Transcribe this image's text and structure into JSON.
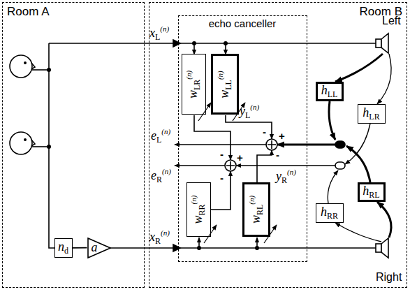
{
  "diagram": {
    "nodes": [
      {
        "text": [
          "Room A"
        ]
      },
      {
        "text": [
          "nd"
        ],
        "in": 0
      },
      {
        "text": [
          "a"
        ],
        "in": 0
      },
      {
        "text": [
          "Room B"
        ]
      },
      {
        "text": [
          "echo canceller"
        ],
        "in": 3
      },
      {
        "text": [
          "wLR(n)"
        ],
        "in": 4
      },
      {
        "text": [
          "wLL(n)"
        ],
        "in": 4
      },
      {
        "text": [
          "wRR(n)"
        ],
        "in": 4
      },
      {
        "text": [
          "wRL(n)"
        ],
        "in": 4
      },
      {
        "text": [
          "hLL"
        ],
        "in": 3
      },
      {
        "text": [
          "hLR"
        ],
        "in": 3
      },
      {
        "text": [
          "hRL"
        ],
        "in": 3
      },
      {
        "text": [
          "hRR"
        ],
        "in": 3
      }
    ],
    "edges": [
      {
        "from": 1,
        "to": 2,
        "arrow": "none"
      }
    ],
    "labels": [
      "Left",
      "Right",
      "xL(n)",
      "xR(n)",
      "yL(n)",
      "yR(n)",
      "eL(n)",
      "eR(n)",
      "-",
      "+",
      "-",
      "-",
      "+",
      "-"
    ]
  }
}
